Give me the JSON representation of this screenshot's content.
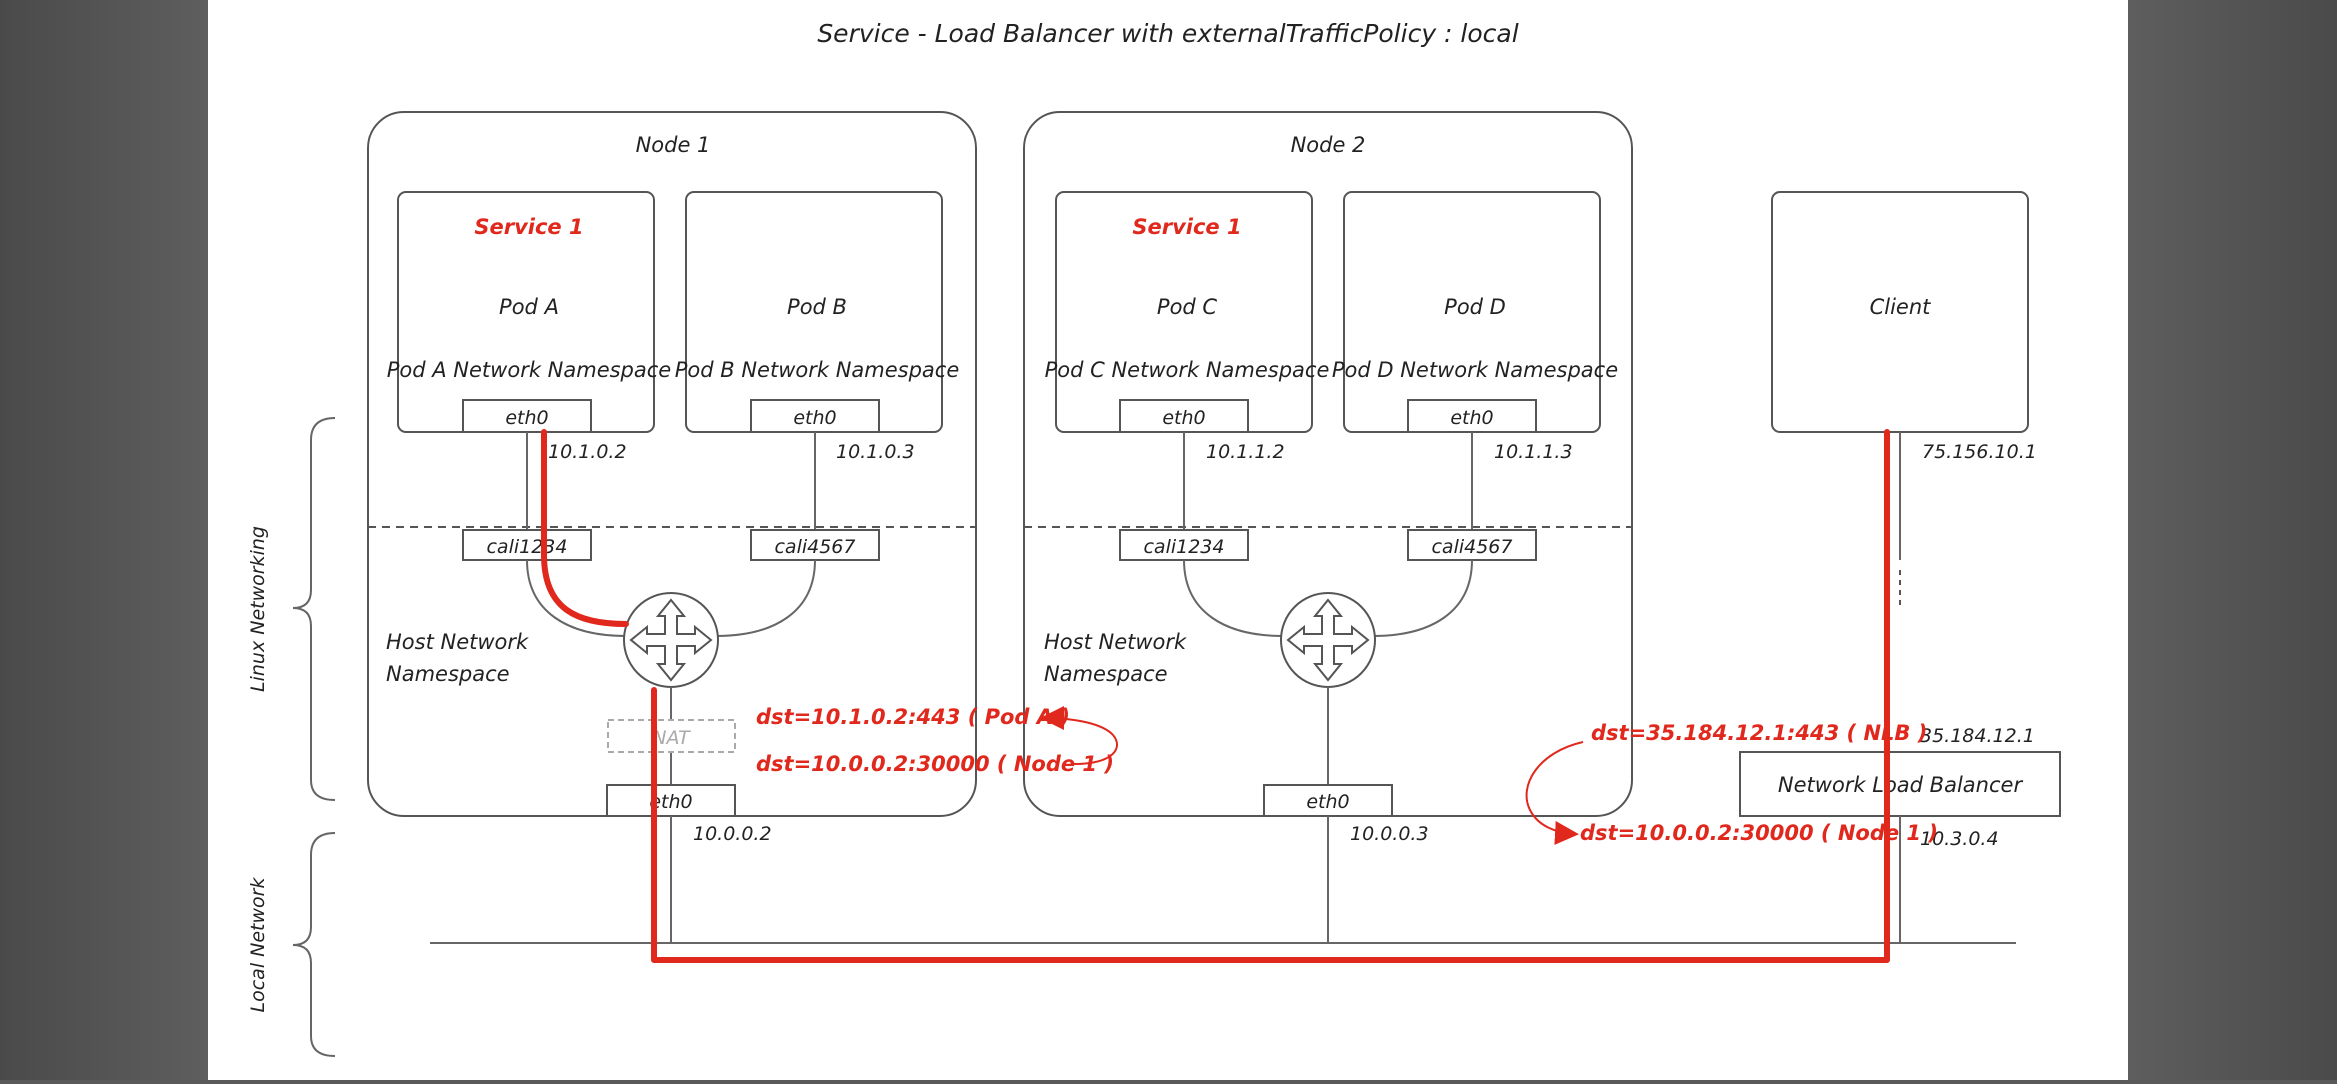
{
  "title": "Service - Load Balancer with externalTrafficPolicy : local",
  "side_labels": {
    "linux": "Linux Networking",
    "local": "Local Network"
  },
  "node1": {
    "label": "Node 1",
    "service": "Service 1",
    "pod_a": {
      "name": "Pod A",
      "ns": "Pod A Network Namespace",
      "iface": "eth0",
      "ip": "10.1.0.2"
    },
    "pod_b": {
      "name": "Pod B",
      "ns": "Pod B Network Namespace",
      "iface": "eth0",
      "ip": "10.1.0.3"
    },
    "cali_a": "cali1234",
    "cali_b": "cali4567",
    "host_ns_line1": "Host Network",
    "host_ns_line2": "Namespace",
    "nat": "NAT",
    "eth": "eth0",
    "eth_ip": "10.0.0.2",
    "annot1": "dst=10.1.0.2:443  ( Pod A )",
    "annot2": "dst=10.0.0.2:30000  ( Node 1 )"
  },
  "node2": {
    "label": "Node 2",
    "service": "Service 1",
    "pod_c": {
      "name": "Pod C",
      "ns": "Pod C Network Namespace",
      "iface": "eth0",
      "ip": "10.1.1.2"
    },
    "pod_d": {
      "name": "Pod D",
      "ns": "Pod D Network Namespace",
      "iface": "eth0",
      "ip": "10.1.1.3"
    },
    "cali_c": "cali1234",
    "cali_d": "cali4567",
    "host_ns_line1": "Host Network",
    "host_ns_line2": "Namespace",
    "eth": "eth0",
    "eth_ip": "10.0.0.3"
  },
  "client": {
    "label": "Client",
    "ip": "75.156.10.1"
  },
  "nlb": {
    "label": "Network Load Balancer",
    "public_ip": "35.184.12.1",
    "private_ip": "10.3.0.4",
    "annot1": "dst=35.184.12.1:443  ( NLB )",
    "annot2": "dst=10.0.0.2:30000  ( Node 1 )"
  },
  "colors": {
    "accent": "#e0281d",
    "line": "#555555",
    "background": "#ffffff"
  },
  "icons": [
    "router-icon",
    "router-icon"
  ]
}
